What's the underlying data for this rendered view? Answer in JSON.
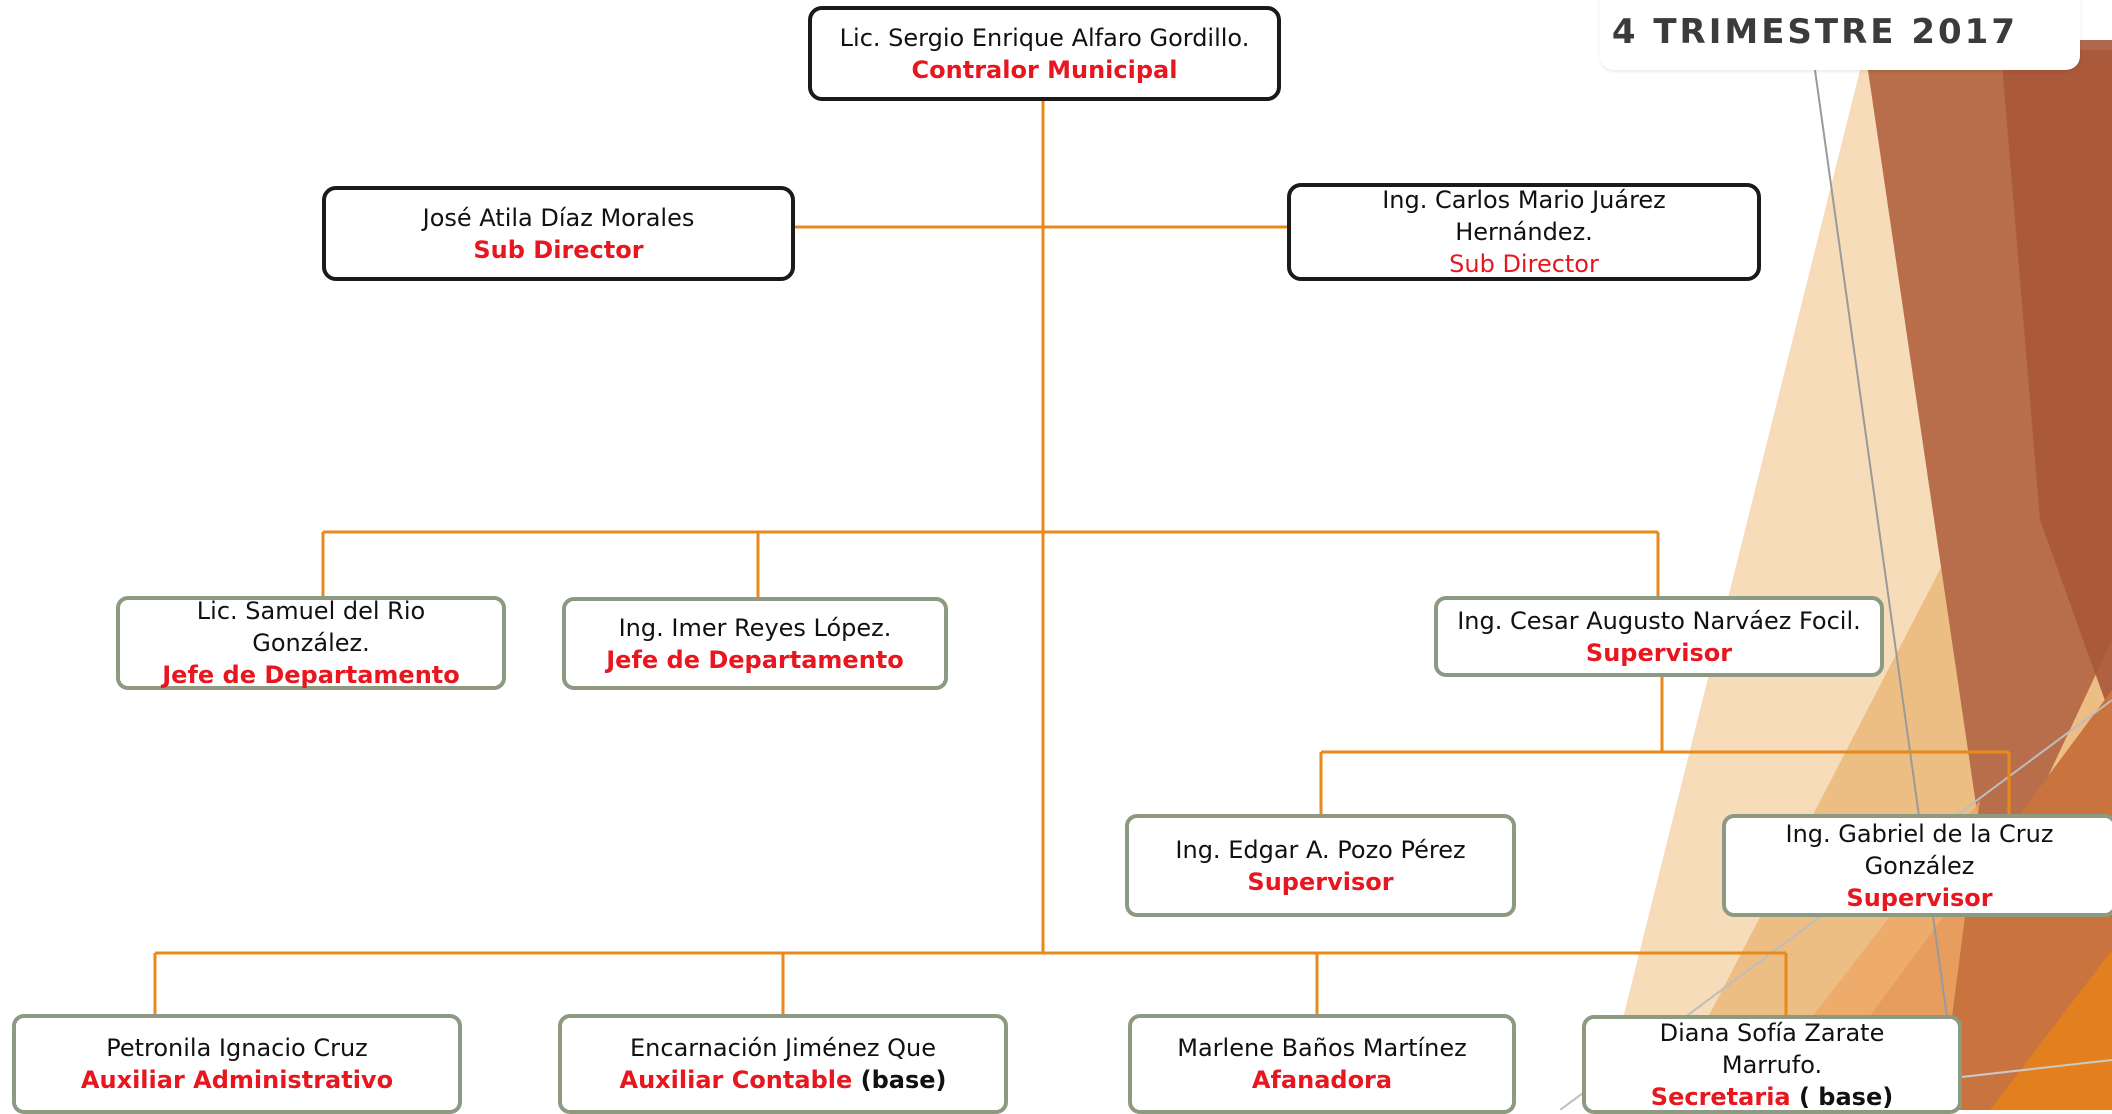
{
  "header": {
    "title": "4 TRIMESTRE 2017"
  },
  "colors": {
    "connector": "#e8891c",
    "role_text": "#e8161f",
    "dark_border": "#1a1a1a",
    "green_border": "#8c9a82"
  },
  "org": {
    "contralor": {
      "name": "Lic. Sergio Enrique Alfaro Gordillo.",
      "role": "Contralor Municipal"
    },
    "subdir_left": {
      "name": "José Atila Díaz Morales",
      "role": "Sub Director"
    },
    "subdir_right": {
      "name_line1": "Ing. Carlos Mario Juárez",
      "name_line2": "Hernández.",
      "role": "Sub Director"
    },
    "jefe1": {
      "name_line1": "Lic. Samuel del Rio",
      "name_line2": "González.",
      "role": "Jefe de Departamento"
    },
    "jefe2": {
      "name": "Ing. Imer Reyes López.",
      "role": "Jefe de Departamento"
    },
    "supervisor_main": {
      "name": "Ing. Cesar Augusto Narváez Focil.",
      "role": "Supervisor"
    },
    "supervisor_edgar": {
      "name": "Ing. Edgar A. Pozo Pérez",
      "role": "Supervisor"
    },
    "supervisor_gabriel": {
      "name_line1": "Ing. Gabriel de la Cruz",
      "name_line2": "González",
      "role": "Supervisor"
    },
    "staff1": {
      "name": "Petronila Ignacio Cruz",
      "role": "Auxiliar Administrativo"
    },
    "staff2": {
      "name": "Encarnación Jiménez Que",
      "role": "Auxiliar Contable",
      "note": " (base)"
    },
    "staff3": {
      "name": "Marlene Baños Martínez",
      "role": "Afanadora"
    },
    "staff4": {
      "name_line1": "Diana Sofía Zarate",
      "name_line2": "Marrufo.",
      "role": "Secretaria",
      "note": " ( base)"
    }
  }
}
